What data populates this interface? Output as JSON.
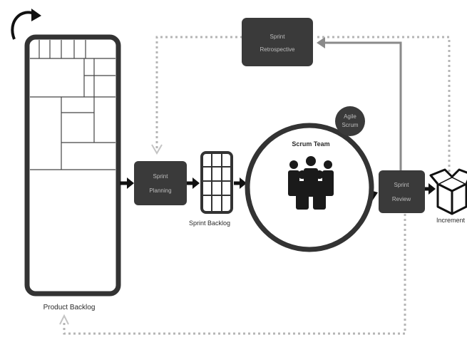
{
  "product_backlog": {
    "label": "Product Backlog"
  },
  "sprint_planning": {
    "line1": "Sprint",
    "line2": "Planning"
  },
  "sprint_backlog": {
    "label": "Sprint Backlog"
  },
  "scrum_team": {
    "label": "Scrum Team",
    "icon": "team-icon"
  },
  "agile_scrum": {
    "line1": "Agile",
    "line2": "Scrum"
  },
  "sprint_review": {
    "line1": "Sprint",
    "line2": "Review"
  },
  "sprint_retrospective": {
    "line1": "Sprint",
    "line2": "Retrospective"
  },
  "increment": {
    "label": "Increment",
    "icon": "box-icon"
  },
  "colors": {
    "box": "#3a3a3a",
    "stroke": "#333333",
    "dotted": "#b5b5b5"
  }
}
